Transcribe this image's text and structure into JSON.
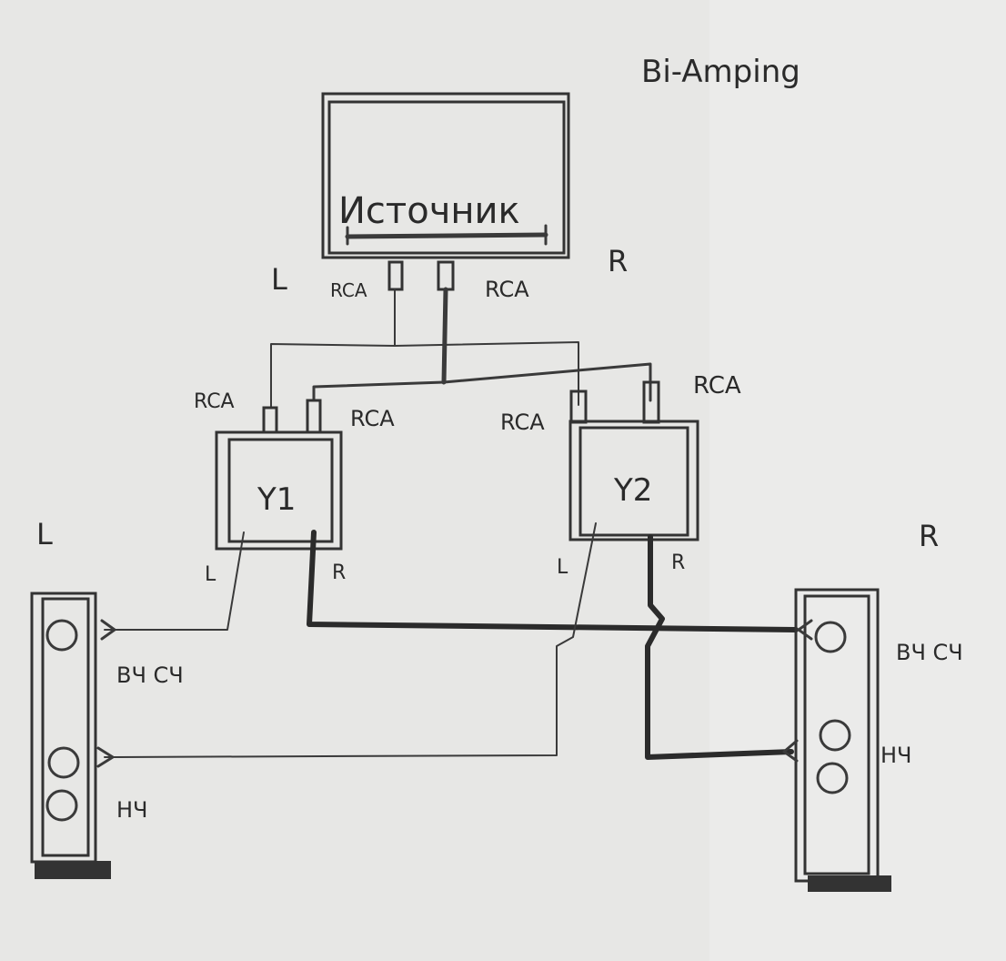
{
  "title": "Bi-Amping",
  "source": {
    "label": "Источник",
    "left_label": "L",
    "right_label": "R",
    "left_out": "RCA",
    "right_out": "RCA"
  },
  "amp1": {
    "label": "Y1",
    "in_left": "RCA",
    "in_right": "RCA",
    "out_left": "L",
    "out_right": "R"
  },
  "amp2": {
    "label": "Y2",
    "in_left": "RCA",
    "in_right": "RCA",
    "out_left": "L",
    "out_right": "R"
  },
  "speaker_left": {
    "channel": "L",
    "hf_label": "ВЧ СЧ",
    "lf_label": "НЧ"
  },
  "speaker_right": {
    "channel": "R",
    "hf_label": "ВЧ СЧ",
    "lf_label": "НЧ"
  }
}
